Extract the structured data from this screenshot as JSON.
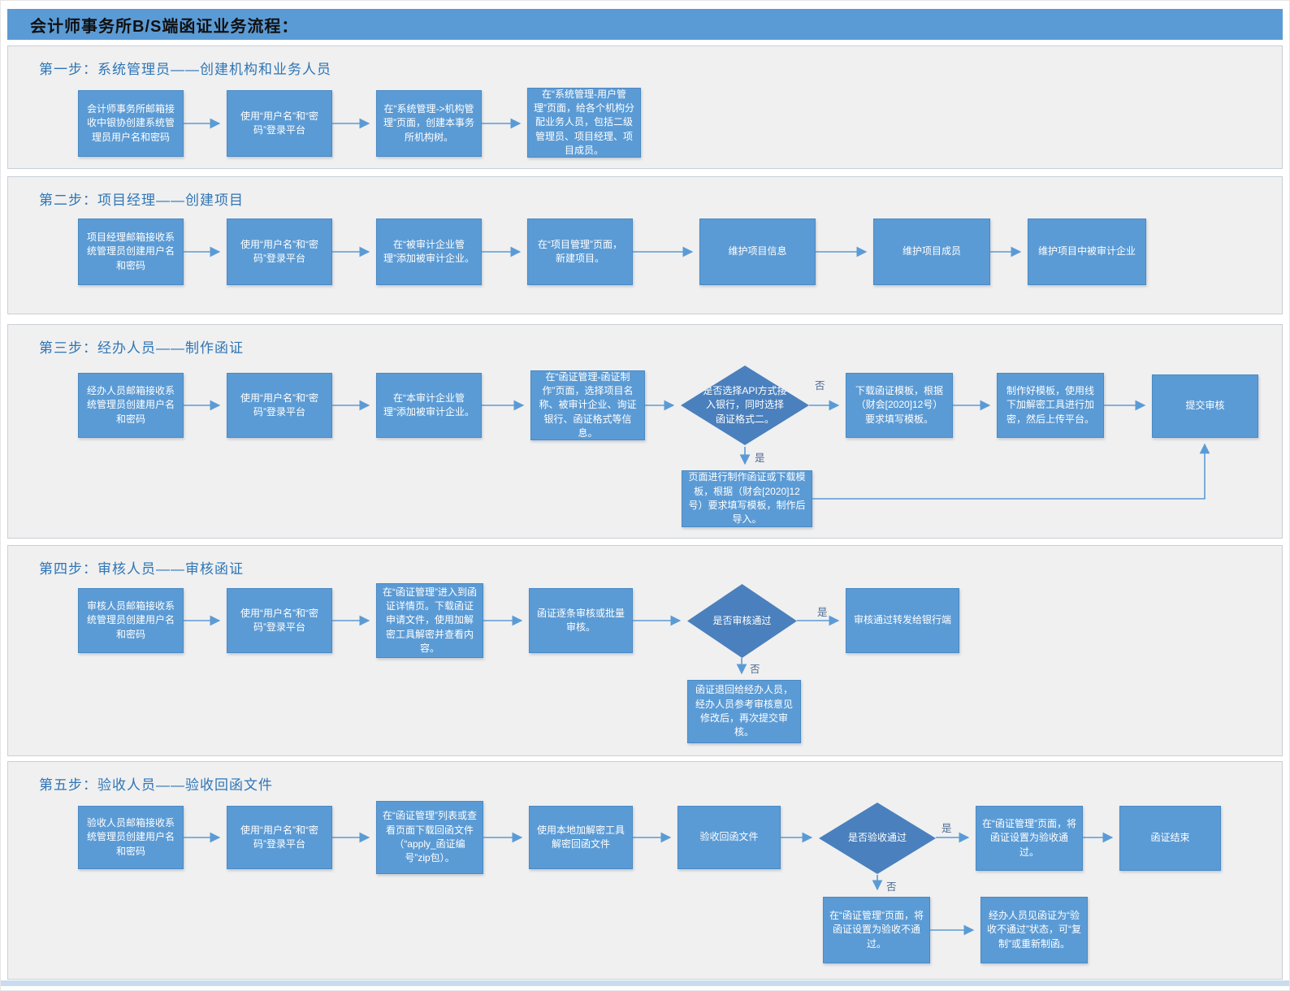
{
  "title": "会计师事务所B/S端函证业务流程：",
  "colors": {
    "accent_blue": "#5B9BD5",
    "decision_blue": "#4A80BD",
    "section_header_blue": "#2E75B6",
    "panel_background": "#F0F0F0",
    "panel_border": "#C9CFD8",
    "node_text": "#FFFFFF",
    "title_text": "#101010",
    "arrow": "#5B9BD5",
    "bottom_strip": "#C9DCEF"
  },
  "decision_labels": {
    "yes": "是",
    "no": "否"
  },
  "sections": [
    {
      "header": "第一步：系统管理员——创建机构和业务人员",
      "nodes": [
        "会计师事务所邮箱接收中银协创建系统管理员用户名和密码",
        "使用“用户名”和“密码”登录平台",
        "在“系统管理->机构管理”页面，创建本事务所机构树。",
        "在“系统管理-用户管理”页面，给各个机构分配业务人员，包括二级管理员、项目经理、项目成员。"
      ]
    },
    {
      "header": "第二步：项目经理——创建项目",
      "nodes": [
        "项目经理邮箱接收系统管理员创建用户名和密码",
        "使用“用户名”和“密码”登录平台",
        "在“被审计企业管理”添加被审计企业。",
        "在“项目管理”页面，新建项目。",
        "维护项目信息",
        "维护项目成员",
        "维护项目中被审计企业"
      ]
    },
    {
      "header": "第三步：经办人员——制作函证",
      "nodes": [
        "经办人员邮箱接收系统管理员创建用户名和密码",
        "使用“用户名”和“密码”登录平台",
        "在“本审计企业管理”添加被审计企业。",
        "在“函证管理-函证制作”页面，选择项目名称、被审计企业、询证银行、函证格式等信息。",
        "是否选择API方式接入银行，同时选择函证格式二。",
        "下载函证模板，根据（财会[2020]12号）要求填写模板。",
        "制作好模板，使用线下加解密工具进行加密，然后上传平台。",
        "提交审核",
        "页面进行制作函证或下载模板，根据（财会[2020]12号）要求填写模板，制作后导入。"
      ]
    },
    {
      "header": "第四步：审核人员——审核函证",
      "nodes": [
        "审核人员邮箱接收系统管理员创建用户名和密码",
        "使用“用户名”和“密码”登录平台",
        "在“函证管理”进入到函证详情页。下载函证申请文件，使用加解密工具解密并查看内容。",
        "函证逐条审核或批量审核。",
        "是否审核通过",
        "审核通过转发给银行端",
        "函证退回给经办人员，经办人员参考审核意见修改后，再次提交审核。"
      ]
    },
    {
      "header": "第五步：验收人员——验收回函文件",
      "nodes": [
        "验收人员邮箱接收系统管理员创建用户名和密码",
        "使用“用户名”和“密码”登录平台",
        "在“函证管理”列表或查看页面下载回函文件（“apply_函证编号”zip包）。",
        "使用本地加解密工具解密回函文件",
        "验收回函文件",
        "是否验收通过",
        "在“函证管理”页面，将函证设置为验收通过。",
        "函证结束",
        "在“函证管理”页面，将函证设置为验收不通过。",
        "经办人员见函证为“验收不通过”状态，可“复制”或重新制函。"
      ]
    }
  ]
}
